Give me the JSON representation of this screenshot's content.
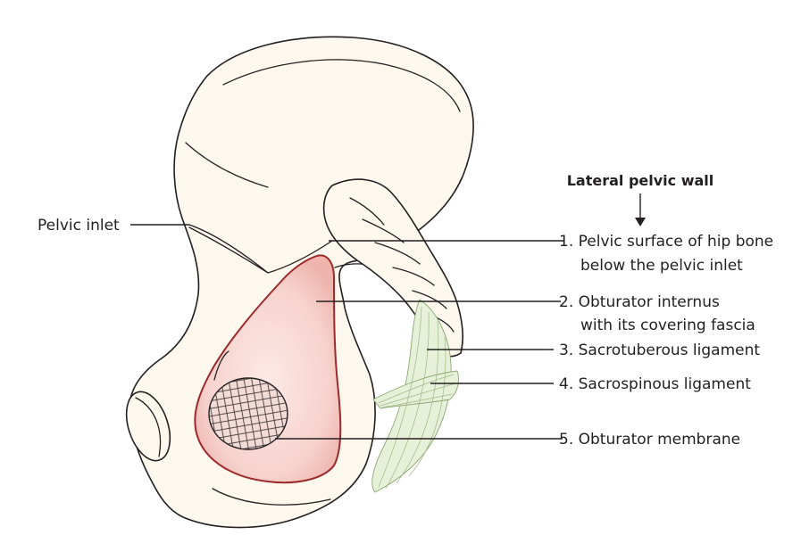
{
  "diagram": {
    "header": "Lateral pelvic wall",
    "left_label": "Pelvic inlet",
    "labels": [
      {
        "line1": "1. Pelvic surface of hip bone",
        "line2": "below the pelvic inlet"
      },
      {
        "line1": "2. Obturator internus",
        "line2": "with its covering fascia"
      },
      {
        "line1": "3. Sacrotuberous ligament",
        "line2": ""
      },
      {
        "line1": "4. Sacrospinous ligament",
        "line2": ""
      },
      {
        "line1": "5. Obturator membrane",
        "line2": ""
      }
    ],
    "colors": {
      "bone": "#fcf8ee",
      "muscle_fill": "#f8d6d2",
      "muscle_outline": "#9c2a2a",
      "ligament": "#e7f0d8",
      "outline": "#231f20"
    }
  }
}
